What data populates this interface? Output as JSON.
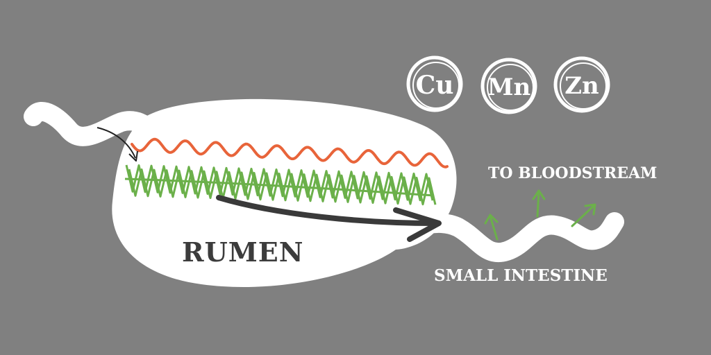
{
  "colors": {
    "background": "#808080",
    "organ_fill": "#ffffff",
    "red_wave": "#e8643a",
    "green_wave": "#6bb04a",
    "dark_arrow": "#3a3a3a",
    "label_dark": "#3c3c3c",
    "label_light": "#ffffff"
  },
  "minerals": [
    {
      "symbol": "Cu"
    },
    {
      "symbol": "Mn"
    },
    {
      "symbol": "Zn"
    }
  ],
  "labels": {
    "rumen": "RUMEN",
    "small_intestine": "SMALL INTESTINE",
    "to_bloodstream": "TO BLOODSTREAM"
  },
  "icons": {
    "entry_arrow": "thin-curved-arrow-icon",
    "flow_arrow": "thick-curved-arrow-icon",
    "absorption_arrows": "green-up-arrow-icon"
  }
}
